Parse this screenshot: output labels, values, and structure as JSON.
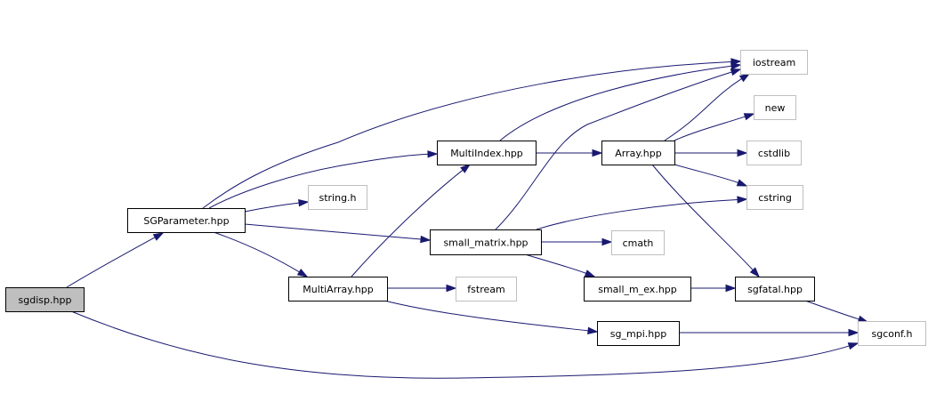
{
  "diagram": {
    "type": "include-dependency-graph",
    "colors": {
      "edge": "#191970",
      "root_fill": "#bfbfbf",
      "documented_border": "#000000",
      "external_border": "#bfbfbf",
      "node_fill": "#ffffff"
    },
    "nodes": [
      {
        "id": "sgdisp",
        "label": "sgdisp.hpp",
        "kind": "root"
      },
      {
        "id": "SGParameter",
        "label": "SGParameter.hpp",
        "kind": "documented"
      },
      {
        "id": "string_h",
        "label": "string.h",
        "kind": "external"
      },
      {
        "id": "MultiIndex",
        "label": "MultiIndex.hpp",
        "kind": "documented"
      },
      {
        "id": "small_matrix",
        "label": "small_matrix.hpp",
        "kind": "documented"
      },
      {
        "id": "MultiArray",
        "label": "MultiArray.hpp",
        "kind": "documented"
      },
      {
        "id": "fstream",
        "label": "fstream",
        "kind": "external"
      },
      {
        "id": "Array",
        "label": "Array.hpp",
        "kind": "documented"
      },
      {
        "id": "iostream",
        "label": "iostream",
        "kind": "external"
      },
      {
        "id": "new",
        "label": "new",
        "kind": "external"
      },
      {
        "id": "cstdlib",
        "label": "cstdlib",
        "kind": "external"
      },
      {
        "id": "cstring",
        "label": "cstring",
        "kind": "external"
      },
      {
        "id": "cmath",
        "label": "cmath",
        "kind": "external"
      },
      {
        "id": "small_m_ex",
        "label": "small_m_ex.hpp",
        "kind": "documented"
      },
      {
        "id": "sgfatal",
        "label": "sgfatal.hpp",
        "kind": "documented"
      },
      {
        "id": "sg_mpi",
        "label": "sg_mpi.hpp",
        "kind": "documented"
      },
      {
        "id": "sgconf",
        "label": "sgconf.h",
        "kind": "external"
      }
    ],
    "edges": [
      {
        "from": "sgdisp",
        "to": "SGParameter"
      },
      {
        "from": "sgdisp",
        "to": "sgconf"
      },
      {
        "from": "SGParameter",
        "to": "iostream"
      },
      {
        "from": "SGParameter",
        "to": "MultiIndex"
      },
      {
        "from": "SGParameter",
        "to": "string_h"
      },
      {
        "from": "SGParameter",
        "to": "small_matrix"
      },
      {
        "from": "SGParameter",
        "to": "MultiArray"
      },
      {
        "from": "MultiIndex",
        "to": "iostream"
      },
      {
        "from": "MultiIndex",
        "to": "Array"
      },
      {
        "from": "Array",
        "to": "iostream"
      },
      {
        "from": "Array",
        "to": "new"
      },
      {
        "from": "Array",
        "to": "cstdlib"
      },
      {
        "from": "Array",
        "to": "cstring"
      },
      {
        "from": "Array",
        "to": "sgfatal"
      },
      {
        "from": "small_matrix",
        "to": "iostream"
      },
      {
        "from": "small_matrix",
        "to": "cstring"
      },
      {
        "from": "small_matrix",
        "to": "cmath"
      },
      {
        "from": "small_matrix",
        "to": "small_m_ex"
      },
      {
        "from": "MultiArray",
        "to": "MultiIndex"
      },
      {
        "from": "MultiArray",
        "to": "fstream"
      },
      {
        "from": "MultiArray",
        "to": "sg_mpi"
      },
      {
        "from": "small_m_ex",
        "to": "sgfatal"
      },
      {
        "from": "sgfatal",
        "to": "sgconf"
      },
      {
        "from": "sg_mpi",
        "to": "sgconf"
      }
    ]
  }
}
